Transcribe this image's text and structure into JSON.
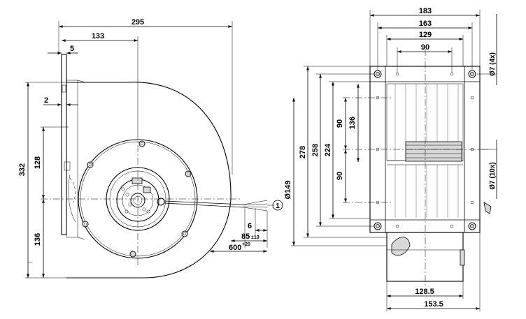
{
  "side_view": {
    "dims": {
      "d295": "295",
      "d133": "133",
      "d5": "5",
      "d2": "2",
      "d332": "332",
      "d128": "128",
      "d136": "136",
      "d6": "6",
      "d85": "85",
      "d85_tol": "±10",
      "d600": "600",
      "d600_tol": "+20"
    },
    "callout": "1"
  },
  "front_view": {
    "dims": {
      "d183": "183",
      "d163": "163",
      "d129": "129",
      "d90_top": "90",
      "d278": "278",
      "d258": "258",
      "d224": "224",
      "d136": "136",
      "d90_upper": "90",
      "d90_lower": "90",
      "d149": "Ø149",
      "d128_5": "128.5",
      "d153_5": "153.5",
      "hole4": "Ø7 (4x)",
      "hole10": "Ø7 (10x)"
    }
  }
}
